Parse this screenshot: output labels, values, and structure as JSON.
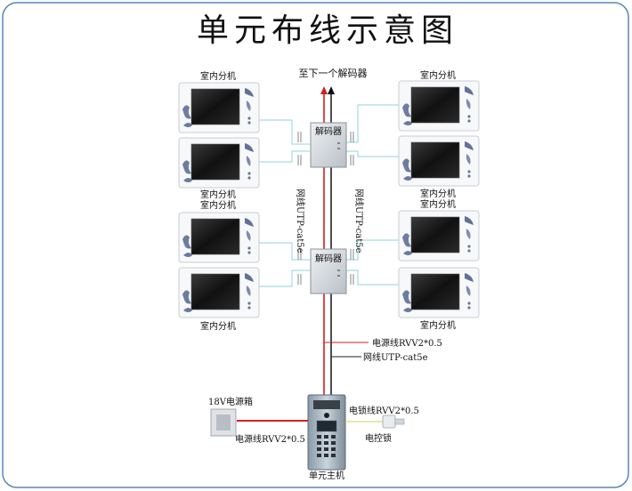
{
  "title": "单元布线示意图",
  "top_label": "至下一个解码器",
  "decoder_label": "解码器",
  "indoor_unit_label": "室内分机",
  "cable_left": "网线UTP-cat5e",
  "cable_right": "网线UTP-cat5e",
  "power_line_main": "电源线RVV2*0.5",
  "network_line_main": "网线UTP-cat5e",
  "lock_line": "电锁线RVV2*0.5",
  "power_box_label": "18V电源箱",
  "power_line_box": "电源线RVV2*0.5",
  "lock_label": "电控锁",
  "host_label": "单元主机",
  "colors": {
    "power": "#d21f1f",
    "network": "#222222",
    "branch": "#8fd6d6",
    "border": "#5b85b5"
  }
}
